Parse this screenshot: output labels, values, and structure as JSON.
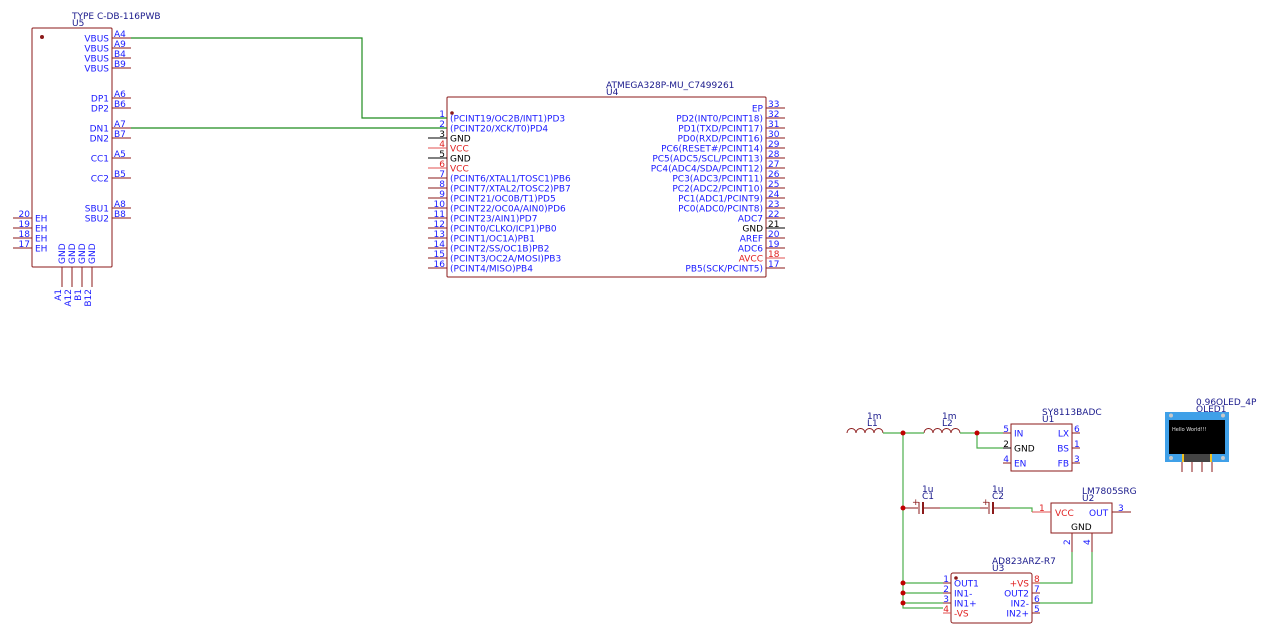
{
  "schematic": {
    "usb_connector": {
      "value": "TYPE C-DB-116PWB",
      "ref": "U5",
      "right_pins": [
        {
          "name": "VBUS",
          "num": "A4"
        },
        {
          "name": "VBUS",
          "num": "A9"
        },
        {
          "name": "VBUS",
          "num": "B4"
        },
        {
          "name": "VBUS",
          "num": "B9"
        },
        {
          "name": "DP1",
          "num": "A6"
        },
        {
          "name": "DP2",
          "num": "B6"
        },
        {
          "name": "DN1",
          "num": "A7"
        },
        {
          "name": "DN2",
          "num": "B7"
        },
        {
          "name": "CC1",
          "num": "A5"
        },
        {
          "name": "CC2",
          "num": "B5"
        },
        {
          "name": "SBU1",
          "num": "A8"
        },
        {
          "name": "SBU2",
          "num": "B8"
        }
      ],
      "left_pins": [
        {
          "name": "EH",
          "num": "20"
        },
        {
          "name": "EH",
          "num": "19"
        },
        {
          "name": "EH",
          "num": "18"
        },
        {
          "name": "EH",
          "num": "17"
        }
      ],
      "bottom_pins": [
        {
          "name": "GND",
          "num": "A1"
        },
        {
          "name": "GND",
          "num": "A12"
        },
        {
          "name": "GND",
          "num": "B1"
        },
        {
          "name": "GND",
          "num": "B12"
        }
      ]
    },
    "mcu": {
      "value": "ATMEGA328P-MU_C7499261",
      "ref": "U4",
      "left_pins": [
        {
          "num": "1",
          "name": "(PCINT19/OC2B/INT1)PD3",
          "type": "signal"
        },
        {
          "num": "2",
          "name": "(PCINT20/XCK/T0)PD4",
          "type": "signal"
        },
        {
          "num": "3",
          "name": "GND",
          "type": "gnd"
        },
        {
          "num": "4",
          "name": "VCC",
          "type": "pwr"
        },
        {
          "num": "5",
          "name": "GND",
          "type": "gnd"
        },
        {
          "num": "6",
          "name": "VCC",
          "type": "pwr"
        },
        {
          "num": "7",
          "name": "(PCINT6/XTAL1/TOSC1)PB6",
          "type": "signal"
        },
        {
          "num": "8",
          "name": "(PCINT7/XTAL2/TOSC2)PB7",
          "type": "signal"
        },
        {
          "num": "9",
          "name": "(PCINT21/OC0B/T1)PD5",
          "type": "signal"
        },
        {
          "num": "10",
          "name": "(PCINT22/OC0A/AIN0)PD6",
          "type": "signal"
        },
        {
          "num": "11",
          "name": "(PCINT23/AIN1)PD7",
          "type": "signal"
        },
        {
          "num": "12",
          "name": "(PCINT0/CLKO/ICP1)PB0",
          "type": "signal"
        },
        {
          "num": "13",
          "name": "(PCINT1/OC1A)PB1",
          "type": "signal"
        },
        {
          "num": "14",
          "name": "(PCINT2/SS/OC1B)PB2",
          "type": "signal"
        },
        {
          "num": "15",
          "name": "(PCINT3/OC2A/MOSI)PB3",
          "type": "signal"
        },
        {
          "num": "16",
          "name": "(PCINT4/MISO)PB4",
          "type": "signal"
        }
      ],
      "right_pins": [
        {
          "num": "33",
          "name": "EP",
          "type": "signal"
        },
        {
          "num": "32",
          "name": "PD2(INT0/PCINT18)",
          "type": "signal"
        },
        {
          "num": "31",
          "name": "PD1(TXD/PCINT17)",
          "type": "signal"
        },
        {
          "num": "30",
          "name": "PD0(RXD/PCINT16)",
          "type": "signal"
        },
        {
          "num": "29",
          "name": "PC6(RESET#/PCINT14)",
          "type": "signal"
        },
        {
          "num": "28",
          "name": "PC5(ADC5/SCL/PCINT13)",
          "type": "signal"
        },
        {
          "num": "27",
          "name": "PC4(ADC4/SDA/PCINT12)",
          "type": "signal"
        },
        {
          "num": "26",
          "name": "PC3(ADC3/PCINT11)",
          "type": "signal"
        },
        {
          "num": "25",
          "name": "PC2(ADC2/PCINT10)",
          "type": "signal"
        },
        {
          "num": "24",
          "name": "PC1(ADC1/PCINT9)",
          "type": "signal"
        },
        {
          "num": "23",
          "name": "PC0(ADC0/PCINT8)",
          "type": "signal"
        },
        {
          "num": "22",
          "name": "ADC7",
          "type": "signal"
        },
        {
          "num": "21",
          "name": "GND",
          "type": "gnd"
        },
        {
          "num": "20",
          "name": "AREF",
          "type": "signal"
        },
        {
          "num": "19",
          "name": "ADC6",
          "type": "signal"
        },
        {
          "num": "18",
          "name": "AVCC",
          "type": "pwr"
        },
        {
          "num": "17",
          "name": "PB5(SCK/PCINT5)",
          "type": "signal"
        }
      ]
    },
    "inductors": [
      {
        "ref": "L1",
        "value": "1m"
      },
      {
        "ref": "L2",
        "value": "1m"
      }
    ],
    "capacitors": [
      {
        "ref": "C1",
        "value": "1u",
        "polarity": "+"
      },
      {
        "ref": "C2",
        "value": "1u",
        "polarity": "+"
      }
    ],
    "buck": {
      "value": "SY8113BADC",
      "ref": "U1",
      "left_pins": [
        {
          "num": "5",
          "name": "IN",
          "type": "signal"
        },
        {
          "num": "2",
          "name": "GND",
          "type": "gnd"
        },
        {
          "num": "4",
          "name": "EN",
          "type": "signal"
        }
      ],
      "right_pins": [
        {
          "num": "6",
          "name": "LX",
          "type": "signal"
        },
        {
          "num": "1",
          "name": "BS",
          "type": "signal"
        },
        {
          "num": "3",
          "name": "FB",
          "type": "signal"
        }
      ]
    },
    "regulator": {
      "value": "LM7805SRG",
      "ref": "U2",
      "vcc": {
        "num": "1",
        "name": "VCC"
      },
      "out": {
        "num": "3",
        "name": "OUT"
      },
      "gnd_label": "GND",
      "gnd_pins": [
        "2",
        "4"
      ]
    },
    "opamp": {
      "value": "AD823ARZ-R7",
      "ref": "U3",
      "left_pins": [
        {
          "num": "1",
          "name": "OUT1",
          "type": "signal"
        },
        {
          "num": "2",
          "name": "IN1-",
          "type": "signal"
        },
        {
          "num": "3",
          "name": "IN1+",
          "type": "signal"
        },
        {
          "num": "4",
          "name": "-VS",
          "type": "pwr"
        }
      ],
      "right_pins": [
        {
          "num": "8",
          "name": "+VS",
          "type": "pwr"
        },
        {
          "num": "7",
          "name": "OUT2",
          "type": "signal"
        },
        {
          "num": "6",
          "name": "IN2-",
          "type": "signal"
        },
        {
          "num": "5",
          "name": "IN2+",
          "type": "signal"
        }
      ]
    },
    "oled": {
      "value": "0.96OLED_4P",
      "ref": "OLED1",
      "screen_text": "Hello World!!!"
    },
    "colors": {
      "wire": "#1f8c1f",
      "body": "#8b1a1a",
      "pin_text": "#1a1aff",
      "power_text": "#e02020",
      "junction": "#c00000"
    }
  }
}
